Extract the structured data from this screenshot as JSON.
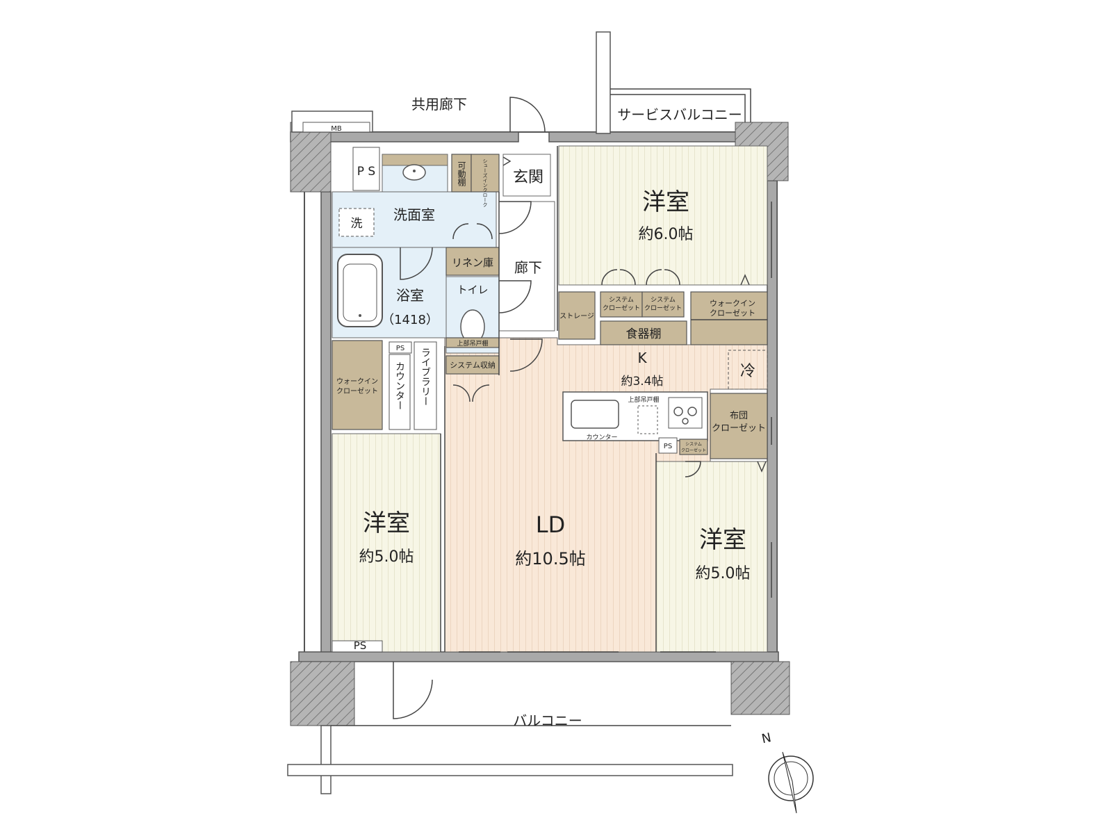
{
  "colors": {
    "western_room": "#f7f6e6",
    "ldk": "#f9e8d8",
    "wet_area": "#e4f0f8",
    "storage": "#c8b99a",
    "wall": "#a9a9a9"
  },
  "outside": {
    "common_corridor": "共用廊下",
    "service_balcony": "サービスバルコニー",
    "balcony": "バルコニー",
    "mb": "MB"
  },
  "north_label": "N",
  "rooms": {
    "western_ne": {
      "name": "洋室",
      "size": "約6.0帖"
    },
    "western_w": {
      "name": "洋室",
      "size": "約5.0帖"
    },
    "western_e": {
      "name": "洋室",
      "size": "約5.0帖"
    },
    "ld": {
      "name": "LD",
      "size": "約10.5帖"
    },
    "k": {
      "name": "K",
      "size": "約3.4帖"
    },
    "entrance": "玄関",
    "hallway": "廊下",
    "washroom": "洗面室",
    "bath": {
      "name": "浴室",
      "size": "（1418）"
    },
    "toilet": "トイレ"
  },
  "fixtures": {
    "ps": "P S",
    "ps_small": "PS",
    "wash_machine": "洗",
    "fridge": "冷",
    "movable_shelf": "可動棚",
    "shoes_in_cloak": "シューズインクローク",
    "linen": "リネン庫",
    "upper_cabinet": "上部吊戸棚",
    "system_storage": "システム収納",
    "library": "ライブラリー",
    "counter": "カウンター",
    "walkin_w": [
      "ウォークイン",
      "クローゼット"
    ],
    "walkin_ne": [
      "ウォークイン",
      "クローゼット"
    ],
    "storage": "ストレージ",
    "system_closet": [
      "システム",
      "クローゼット"
    ],
    "dish_cabinet": "食器棚",
    "futon_closet": [
      "布団",
      "クローゼット"
    ],
    "kitchen_upper": "上部吊戸棚",
    "kitchen_counter": "カウンター"
  }
}
